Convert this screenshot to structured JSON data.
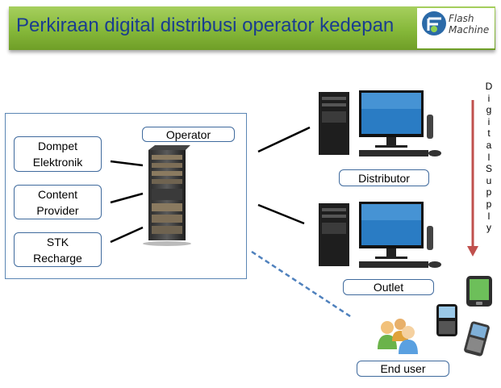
{
  "header": {
    "title": "Perkiraan digital distribusi operator kedepan",
    "logo_line1": "Flash",
    "logo_line2": "Machine"
  },
  "diagram": {
    "operator_label": "Operator",
    "sources": [
      {
        "line1": "Dompet",
        "line2": "Elektronik"
      },
      {
        "line1": "Content",
        "line2": "Provider"
      },
      {
        "line1": "STK",
        "line2": "Recharge"
      }
    ],
    "distributor_label": "Distributor",
    "outlet_label": "Outlet",
    "end_user_label": "End user",
    "supply_letters": [
      "D",
      "i",
      "g",
      "i",
      "t",
      "a",
      "l",
      "S",
      "u",
      "p",
      "p",
      "l",
      "y"
    ]
  },
  "colors": {
    "banner": "#86b83a",
    "title": "#1a3d8f",
    "box_border": "#3f6a9d",
    "arrow": "#c0504d",
    "dashed": "#4f81bd"
  }
}
